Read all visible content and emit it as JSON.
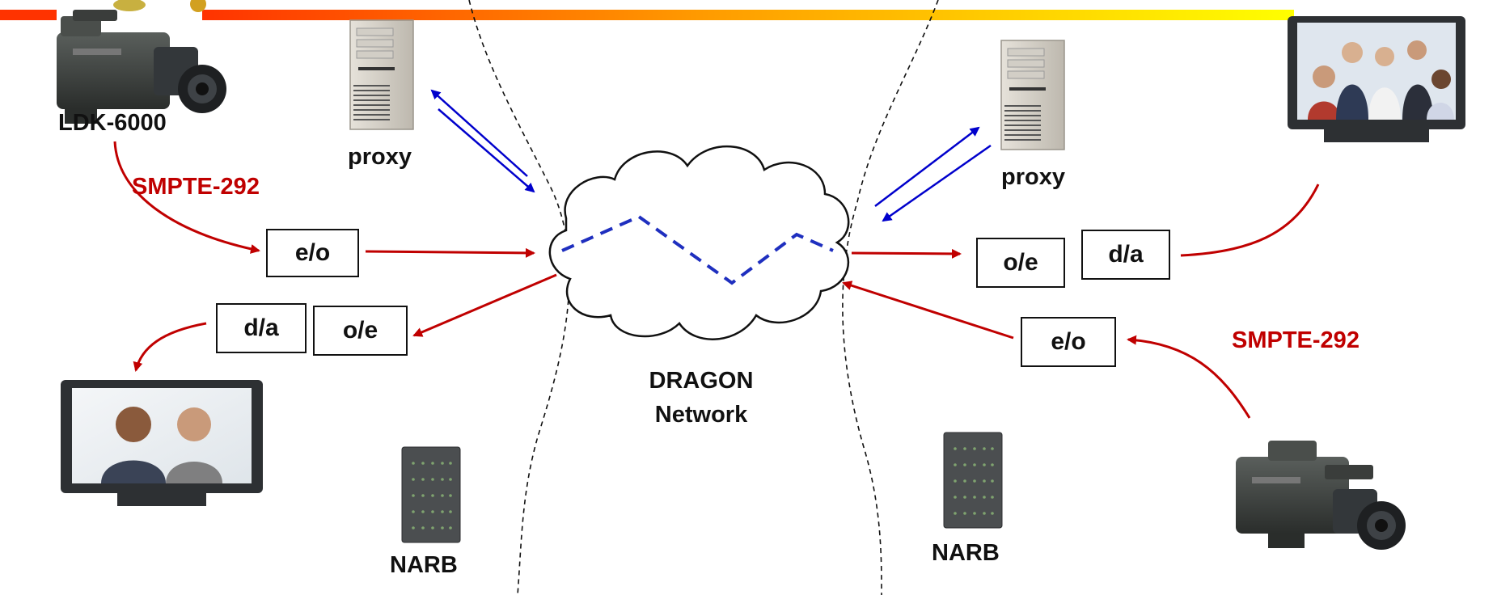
{
  "left": {
    "camera_label": "LDK-6000",
    "signal_label": "SMPTE-292",
    "proxy_label": "proxy",
    "narb_label": "NARB",
    "tx_boxes": [
      "e/o"
    ],
    "rx_boxes": [
      "d/a",
      "o/e"
    ]
  },
  "center": {
    "network_label_line1": "DRAGON",
    "network_label_line2": "Network"
  },
  "right": {
    "proxy_label": "proxy",
    "narb_label": "NARB",
    "signal_label": "SMPTE-292",
    "rx_boxes": [
      "o/e",
      "d/a"
    ],
    "tx_boxes": [
      "e/o"
    ]
  },
  "colors": {
    "signal": "#c00000",
    "control": "#0000cc",
    "path": "#1f2fbf",
    "banner_start": "#ff3300",
    "banner_end": "#ffff00"
  },
  "icons": [
    "camera-icon",
    "server-icon",
    "rack-icon",
    "monitor-icon",
    "cloud-icon"
  ]
}
